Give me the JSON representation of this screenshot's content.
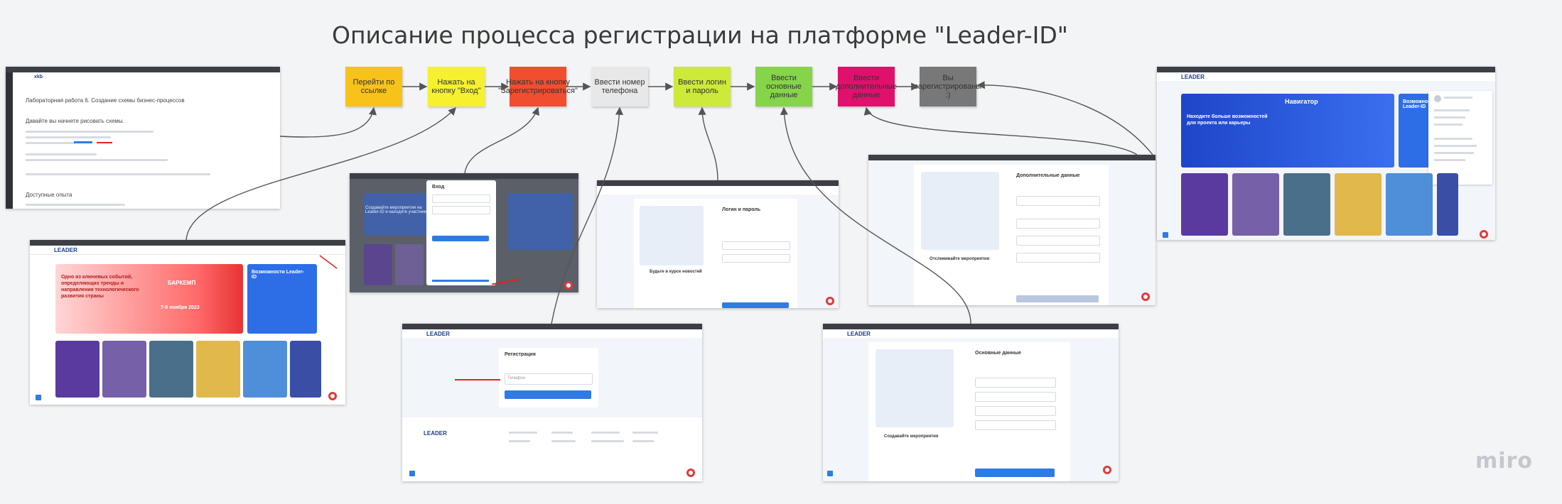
{
  "board": {
    "title": "Описание процесса регистрации на платформе \"Leader-ID\"",
    "watermark": "miro"
  },
  "steps": [
    {
      "label": "Перейти по ссылке",
      "color": "#f7c21a"
    },
    {
      "label": "Нажать на кнопку \"Вход\"",
      "color": "#f6f12e"
    },
    {
      "label": "Нажать на кнопку \"Зарегистрироваться\"",
      "color": "#f04e2e"
    },
    {
      "label": "Ввести номер телефона",
      "color": "#e8e8e8"
    },
    {
      "label": "Ввести логин и пароль",
      "color": "#cde93a"
    },
    {
      "label": "Ввести основные данные",
      "color": "#86d44a"
    },
    {
      "label": "Ввести дополнительные данные",
      "color": "#e0106c"
    },
    {
      "label": "Вы зарегистрированы :)",
      "color": "#787878"
    }
  ],
  "screens": {
    "doc": {
      "app": "xkb",
      "heading": "Лабораторная работа 6. Создание схемы бизнес-процессов",
      "task": "Давайте вы начнете рисовать схемы.",
      "footer": "Доступные опыта"
    },
    "home": {
      "logo": "LEADER",
      "promo_title": "Одно из ключевых событий, определяющих тренды и направления технологического развития страны",
      "event_name": "БАРКЕМП",
      "event_date": "7-8 ноября 2023",
      "side_title": "Возможности Leader-ID"
    },
    "login_modal": {
      "title": "Вход",
      "side_text": "Создавайте мероприятия на Leader-ID и находите участников"
    },
    "phone": {
      "logo": "LEADER",
      "form_title": "Регистрация",
      "field_placeholder": "Телефон",
      "footer_logo": "LEADER"
    },
    "credentials": {
      "title": "Логин и пароль",
      "caption": "Будьте в курсе новостей"
    },
    "main_data": {
      "logo": "LEADER",
      "title": "Основные данные",
      "caption": "Создавайте мероприятия"
    },
    "extra_data": {
      "title": "Дополнительные данные",
      "caption": "Отслеживайте мероприятия"
    },
    "registered": {
      "logo": "LEADER",
      "hero_title": "Находите больше возможностей для проекта или карьеры",
      "badge": "Навигатор",
      "side_title": "Возможности Leader-ID"
    }
  },
  "colors": {
    "leader_blue": "#2250c8",
    "arrow": "#555555",
    "marker": "#e02424"
  }
}
